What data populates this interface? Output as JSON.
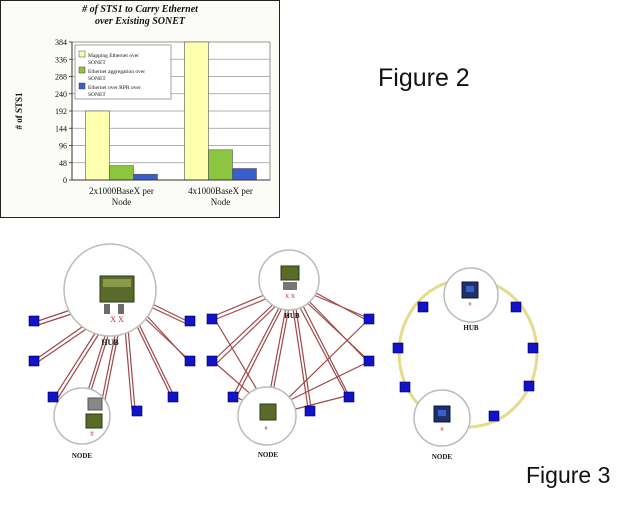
{
  "figure_labels": {
    "top": "Figure 2",
    "bottom": "Figure 3"
  },
  "chart_data": {
    "type": "bar",
    "title": "# of STS1 to Carry Ethernet",
    "subtitle": "over Existing SONET",
    "ylabel": "# of STS1",
    "xlabel": "",
    "categories": [
      "2x1000BaseX per Node",
      "4x1000BaseX per Node"
    ],
    "category_lines": [
      [
        "2x1000BaseX per",
        "Node"
      ],
      [
        "4x1000BaseX per",
        "Node"
      ]
    ],
    "yticks": [
      0,
      48,
      96,
      144,
      192,
      240,
      288,
      336,
      384
    ],
    "ylim": [
      0,
      384
    ],
    "grid": true,
    "legend_position": "top-left",
    "series": [
      {
        "name": "Mapping Ethernet over SONET",
        "legend_lines": [
          "Mapping Ethernet over",
          "SONET"
        ],
        "color": "#ffffb0",
        "values": [
          192,
          384
        ]
      },
      {
        "name": "Ethernet aggregation over SONET",
        "legend_lines": [
          "Ethernet aggregation over",
          "SONET"
        ],
        "color": "#8cc63f",
        "values": [
          40,
          84
        ]
      },
      {
        "name": "Ethernet over RPR over SONET",
        "legend_lines": [
          "Ethernet over RPR over",
          "SONET"
        ],
        "color": "#3a5fcd",
        "values": [
          16,
          32
        ]
      }
    ]
  },
  "diagram": {
    "colors": {
      "node": "#1212c8",
      "star_link": "#a04848",
      "ring": "#e6da8c",
      "hub_fill": "#ffffff"
    },
    "star_hub_label": "HUB",
    "star_node_label": "NODE",
    "mesh_hub_label": "HUB",
    "mesh_node_label": "NODE",
    "ring_hub_label": "HUB",
    "ring_node_label": "NODE",
    "hub_equipment_marks": [
      "X X",
      "#"
    ]
  }
}
